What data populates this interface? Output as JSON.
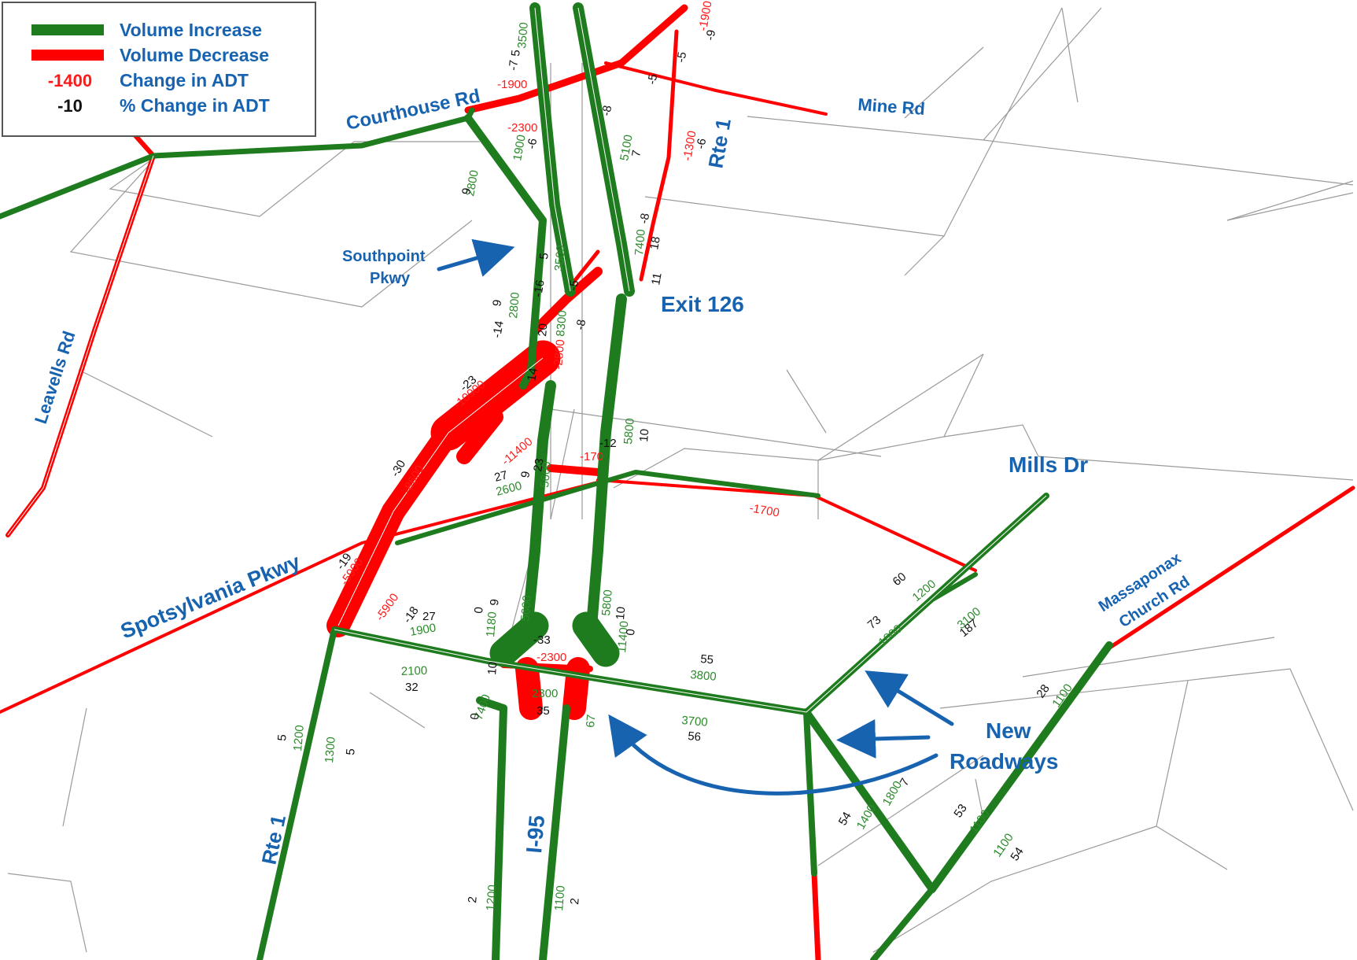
{
  "colors": {
    "increase": "#1e7b1e",
    "decrease": "#ff0000",
    "label_blue": "#1763b0",
    "increase_number": "#2c8a2c",
    "decrease_number": "#ff1a1a",
    "percent_number": "#111111",
    "minor_road": "#9a9a9a"
  },
  "legend": {
    "increase": "Volume Increase",
    "decrease": "Volume Decrease",
    "adt_example": "-1400",
    "adt": "Change in ADT",
    "pct_example": "-10",
    "pct": "% Change in ADT"
  },
  "labels": {
    "courthouse": "Courthouse Rd",
    "mine": "Mine Rd",
    "rte1_north": "Rte 1",
    "southpoint_line1": "Southpoint",
    "southpoint_line2": "Pkwy",
    "exit126": "Exit 126",
    "leavells": "Leavells Rd",
    "mills": "Mills Dr",
    "spotsylvania": "Spotsylvania Pkwy",
    "massaponax_line1": "Massaponax",
    "massaponax_line2": "Church Rd",
    "new_line1": "New",
    "new_line2": "Roadways",
    "rte1_south": "Rte 1",
    "i95": "I-95"
  },
  "volumes": [
    {
      "id": "v1",
      "text": "3500",
      "kind": "inc"
    },
    {
      "id": "v2",
      "text": "5",
      "kind": "pct"
    },
    {
      "id": "v3",
      "text": "-7",
      "kind": "pct"
    },
    {
      "id": "v4",
      "text": "-1900",
      "kind": "dec"
    },
    {
      "id": "v5",
      "text": "-1900",
      "kind": "dec"
    },
    {
      "id": "v6",
      "text": "-9",
      "kind": "pct"
    },
    {
      "id": "v7",
      "text": "-5",
      "kind": "pct"
    },
    {
      "id": "v8",
      "text": "-5",
      "kind": "pct"
    },
    {
      "id": "v9",
      "text": "-2300",
      "kind": "dec"
    },
    {
      "id": "v10",
      "text": "-8",
      "kind": "pct"
    },
    {
      "id": "v11",
      "text": "-6",
      "kind": "pct"
    },
    {
      "id": "v12",
      "text": "1900",
      "kind": "inc"
    },
    {
      "id": "v13",
      "text": "2800",
      "kind": "inc"
    },
    {
      "id": "v14",
      "text": "9",
      "kind": "pct"
    },
    {
      "id": "v15",
      "text": "5100",
      "kind": "inc"
    },
    {
      "id": "v16",
      "text": "7",
      "kind": "pct"
    },
    {
      "id": "v17",
      "text": "-1300",
      "kind": "dec"
    },
    {
      "id": "v18",
      "text": "-6",
      "kind": "pct"
    },
    {
      "id": "v19",
      "text": "-8",
      "kind": "pct"
    },
    {
      "id": "v20",
      "text": "18",
      "kind": "pct"
    },
    {
      "id": "v21",
      "text": "7400",
      "kind": "inc"
    },
    {
      "id": "v22",
      "text": "11",
      "kind": "pct"
    },
    {
      "id": "v23",
      "text": "3500",
      "kind": "inc"
    },
    {
      "id": "v24",
      "text": "5",
      "kind": "pct"
    },
    {
      "id": "v25",
      "text": "-16",
      "kind": "pct"
    },
    {
      "id": "v26",
      "text": "-5",
      "kind": "pct"
    },
    {
      "id": "v27",
      "text": "9",
      "kind": "pct"
    },
    {
      "id": "v28",
      "text": "2800",
      "kind": "inc"
    },
    {
      "id": "v29",
      "text": "-14",
      "kind": "pct"
    },
    {
      "id": "v30",
      "text": "20",
      "kind": "pct"
    },
    {
      "id": "v31",
      "text": "8300",
      "kind": "inc"
    },
    {
      "id": "v32",
      "text": "-2800",
      "kind": "dec"
    },
    {
      "id": "v33",
      "text": "14",
      "kind": "pct"
    },
    {
      "id": "v34",
      "text": "-8",
      "kind": "pct"
    },
    {
      "id": "v35",
      "text": "-23",
      "kind": "pct"
    },
    {
      "id": "v36",
      "text": "-10900",
      "kind": "dec"
    },
    {
      "id": "v37",
      "text": "-11400",
      "kind": "dec"
    },
    {
      "id": "v38",
      "text": "-170",
      "kind": "dec"
    },
    {
      "id": "v39",
      "text": "-12",
      "kind": "pct"
    },
    {
      "id": "v40",
      "text": "5800",
      "kind": "inc"
    },
    {
      "id": "v41",
      "text": "10",
      "kind": "pct"
    },
    {
      "id": "v42",
      "text": "-30",
      "kind": "pct"
    },
    {
      "id": "v43",
      "text": "-8600",
      "kind": "dec"
    },
    {
      "id": "v44",
      "text": "27",
      "kind": "pct"
    },
    {
      "id": "v45",
      "text": "9",
      "kind": "pct"
    },
    {
      "id": "v46",
      "text": "23",
      "kind": "pct"
    },
    {
      "id": "v47",
      "text": "5600",
      "kind": "inc"
    },
    {
      "id": "v48",
      "text": "2600",
      "kind": "inc"
    },
    {
      "id": "v49",
      "text": "-1700",
      "kind": "dec"
    },
    {
      "id": "v50",
      "text": "-19",
      "kind": "pct"
    },
    {
      "id": "v51",
      "text": "-5900",
      "kind": "dec"
    },
    {
      "id": "v52",
      "text": "-5900",
      "kind": "dec"
    },
    {
      "id": "v53",
      "text": "-18",
      "kind": "pct"
    },
    {
      "id": "v54",
      "text": "27",
      "kind": "pct"
    },
    {
      "id": "v55",
      "text": "1900",
      "kind": "inc"
    },
    {
      "id": "v56",
      "text": "0",
      "kind": "pct"
    },
    {
      "id": "v57",
      "text": "9",
      "kind": "pct"
    },
    {
      "id": "v58",
      "text": "1180",
      "kind": "inc"
    },
    {
      "id": "v59",
      "text": "5600",
      "kind": "inc"
    },
    {
      "id": "v60",
      "text": "-33",
      "kind": "pct"
    },
    {
      "id": "v61",
      "text": "-2300",
      "kind": "dec"
    },
    {
      "id": "v62",
      "text": "5800",
      "kind": "inc"
    },
    {
      "id": "v63",
      "text": "11400",
      "kind": "inc"
    },
    {
      "id": "v64",
      "text": "10",
      "kind": "pct"
    },
    {
      "id": "v65",
      "text": "0",
      "kind": "pct"
    },
    {
      "id": "v66",
      "text": "55",
      "kind": "pct"
    },
    {
      "id": "v67",
      "text": "3800",
      "kind": "inc"
    },
    {
      "id": "v68",
      "text": "60",
      "kind": "pct"
    },
    {
      "id": "v69",
      "text": "1200",
      "kind": "inc"
    },
    {
      "id": "v70",
      "text": "73",
      "kind": "pct"
    },
    {
      "id": "v71",
      "text": "1800",
      "kind": "inc"
    },
    {
      "id": "v72",
      "text": "3100",
      "kind": "inc"
    },
    {
      "id": "v73",
      "text": "187",
      "kind": "pct"
    },
    {
      "id": "v74",
      "text": "2100",
      "kind": "inc"
    },
    {
      "id": "v75",
      "text": "32",
      "kind": "pct"
    },
    {
      "id": "v76",
      "text": "10",
      "kind": "pct"
    },
    {
      "id": "v77",
      "text": "7400",
      "kind": "inc"
    },
    {
      "id": "v78",
      "text": "0",
      "kind": "pct"
    },
    {
      "id": "v79",
      "text": "2300",
      "kind": "inc"
    },
    {
      "id": "v80",
      "text": "35",
      "kind": "pct"
    },
    {
      "id": "v81",
      "text": "67",
      "kind": "inc"
    },
    {
      "id": "v82",
      "text": "3700",
      "kind": "inc"
    },
    {
      "id": "v83",
      "text": "56",
      "kind": "pct"
    },
    {
      "id": "v84",
      "text": "28",
      "kind": "pct"
    },
    {
      "id": "v85",
      "text": "1100",
      "kind": "inc"
    },
    {
      "id": "v86",
      "text": "5",
      "kind": "pct"
    },
    {
      "id": "v87",
      "text": "1200",
      "kind": "inc"
    },
    {
      "id": "v88",
      "text": "1300",
      "kind": "inc"
    },
    {
      "id": "v89",
      "text": "5",
      "kind": "pct"
    },
    {
      "id": "v90",
      "text": "1400",
      "kind": "inc"
    },
    {
      "id": "v91",
      "text": "54",
      "kind": "pct"
    },
    {
      "id": "v92",
      "text": "1800",
      "kind": "inc"
    },
    {
      "id": "v93",
      "text": "7",
      "kind": "pct"
    },
    {
      "id": "v94",
      "text": "53",
      "kind": "pct"
    },
    {
      "id": "v95",
      "text": "1100",
      "kind": "inc"
    },
    {
      "id": "v96",
      "text": "1100",
      "kind": "inc"
    },
    {
      "id": "v97",
      "text": "54",
      "kind": "pct"
    },
    {
      "id": "v98",
      "text": "2",
      "kind": "pct"
    },
    {
      "id": "v99",
      "text": "1200",
      "kind": "inc"
    },
    {
      "id": "v100",
      "text": "1100",
      "kind": "inc"
    },
    {
      "id": "v101",
      "text": "2",
      "kind": "pct"
    }
  ]
}
